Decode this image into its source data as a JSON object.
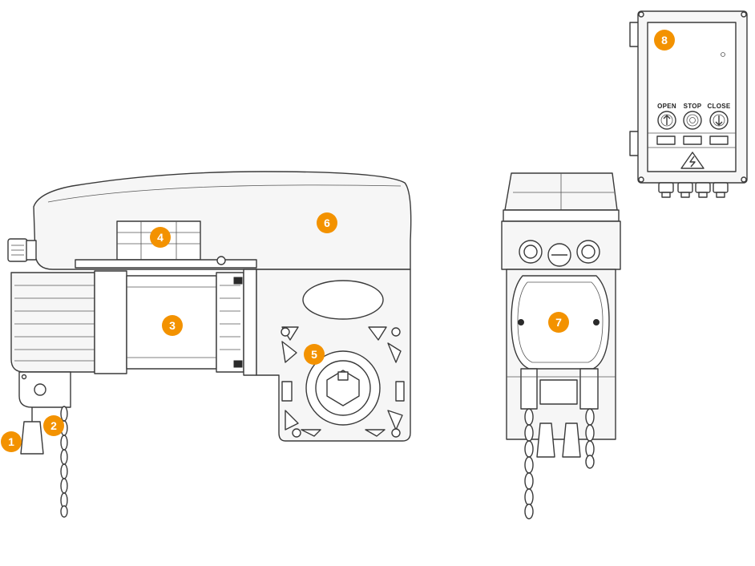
{
  "callouts": [
    {
      "number": "1"
    },
    {
      "number": "2"
    },
    {
      "number": "3"
    },
    {
      "number": "4"
    },
    {
      "number": "5"
    },
    {
      "number": "6"
    },
    {
      "number": "7"
    },
    {
      "number": "8"
    }
  ],
  "control_box": {
    "open_label": "OPEN",
    "stop_label": "STOP",
    "close_label": "CLOSE"
  },
  "colors": {
    "accent": "#f39200",
    "line": "#3a3a3a",
    "fill": "#f6f6f6"
  }
}
